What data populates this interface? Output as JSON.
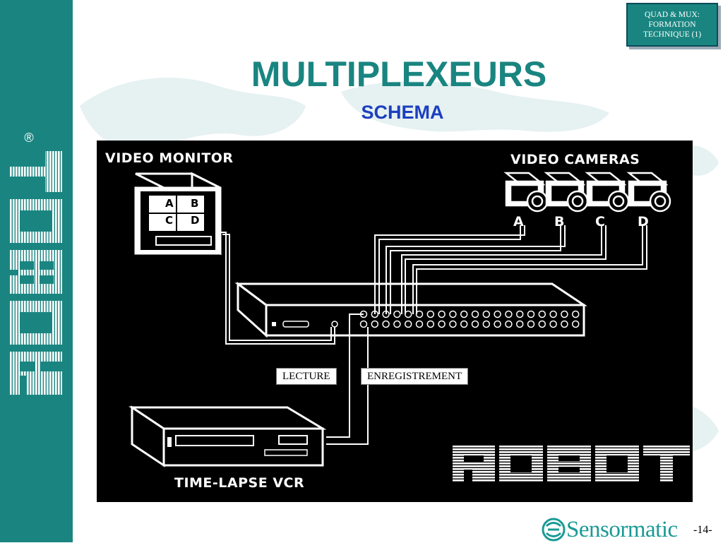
{
  "header": {
    "tag_lines": [
      "QUAD & MUX:",
      "FORMATION",
      "TECHNIQUE (1)"
    ]
  },
  "title": "MULTIPLEXEURS",
  "subtitle": "SCHEMA",
  "sidebar": {
    "logo_text": "ROBOT",
    "registered_mark": "®"
  },
  "diagram": {
    "video_monitor_label": "VIDEO MONITOR",
    "video_cameras_label": "VIDEO CAMERAS",
    "vcr_label": "TIME-LAPSE VCR",
    "logo_text": "ROBOT",
    "monitor_quads": [
      "A",
      "B",
      "C",
      "D"
    ],
    "cameras": [
      {
        "label": "A"
      },
      {
        "label": "B"
      },
      {
        "label": "C"
      },
      {
        "label": "D"
      }
    ],
    "playback_box": "LECTURE",
    "record_box": "ENREGISTREMENT"
  },
  "footer": {
    "brand": "Sensormatic",
    "page_number": "-14-"
  },
  "colors": {
    "teal": "#1a8580",
    "title": "#1a8580",
    "subtitle": "#1c3fbf",
    "diagram_bg": "#000000",
    "brand": "#1a9a95"
  }
}
